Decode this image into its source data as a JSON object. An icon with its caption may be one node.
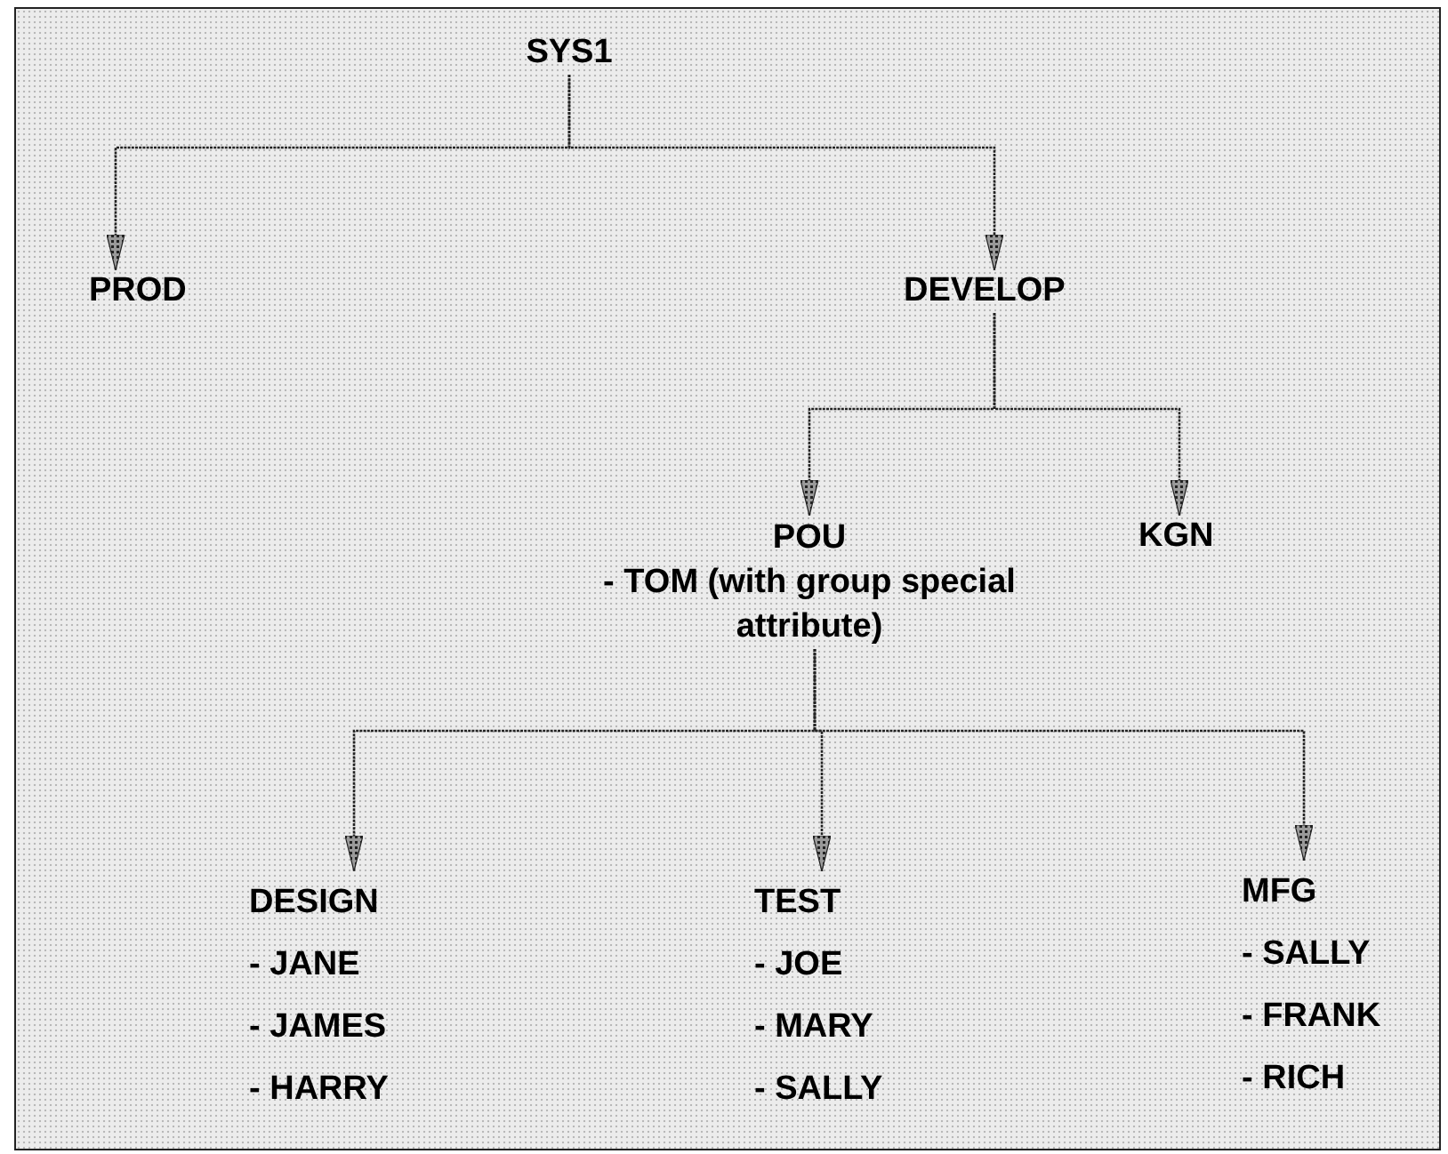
{
  "diagram": {
    "nodes": [
      {
        "text": [
          "SYS1"
        ]
      },
      {
        "text": [
          "PROD"
        ]
      },
      {
        "text": [
          "DEVELOP"
        ]
      },
      {
        "text": [
          "POU",
          "- TOM (with group special attribute)"
        ]
      },
      {
        "text": [
          "KGN"
        ]
      },
      {
        "text": [
          "DESIGN",
          "- JANE",
          "- JAMES",
          "- HARRY"
        ]
      },
      {
        "text": [
          "TEST",
          "- JOE",
          "- MARY",
          "- SALLY"
        ]
      },
      {
        "text": [
          "MFG",
          "- SALLY",
          "- FRANK",
          "- RICH"
        ]
      }
    ],
    "edges": [
      {
        "from": 0,
        "to": 1,
        "arrow": "to"
      },
      {
        "from": 0,
        "to": 2,
        "arrow": "to"
      },
      {
        "from": 2,
        "to": 3,
        "arrow": "to"
      },
      {
        "from": 2,
        "to": 4,
        "arrow": "to"
      },
      {
        "from": 3,
        "to": 5,
        "arrow": "to"
      },
      {
        "from": 3,
        "to": 6,
        "arrow": "to"
      },
      {
        "from": 3,
        "to": 7,
        "arrow": "to"
      }
    ]
  }
}
